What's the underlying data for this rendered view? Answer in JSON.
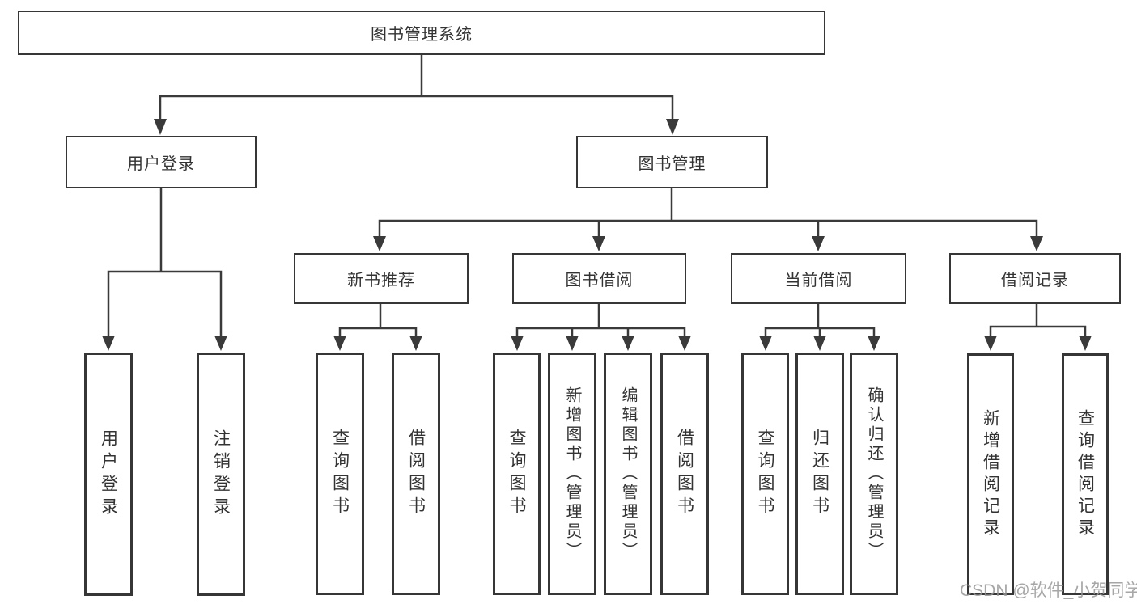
{
  "tree": {
    "label": "图书管理系统",
    "children": [
      {
        "label": "用户登录",
        "children": [
          {
            "label": "用户登录"
          },
          {
            "label": "注销登录"
          }
        ]
      },
      {
        "label": "图书管理",
        "children": [
          {
            "label": "新书推荐",
            "children": [
              {
                "label": "查询图书"
              },
              {
                "label": "借阅图书"
              }
            ]
          },
          {
            "label": "图书借阅",
            "children": [
              {
                "label": "查询图书"
              },
              {
                "label": "新增图书（管理员）"
              },
              {
                "label": "编辑图书（管理员）"
              },
              {
                "label": "借阅图书"
              }
            ]
          },
          {
            "label": "当前借阅",
            "children": [
              {
                "label": "查询图书"
              },
              {
                "label": "归还图书"
              },
              {
                "label": "确认归还（管理员）"
              }
            ]
          },
          {
            "label": "借阅记录",
            "children": [
              {
                "label": "新增借阅记录"
              },
              {
                "label": "查询借阅记录"
              }
            ]
          }
        ]
      }
    ]
  },
  "watermark": {
    "text": "CSDN @软件_小贺同学"
  },
  "colors": {
    "line": "#3a3a3a",
    "box_border": "#363636",
    "text": "#333333",
    "background": "#ffffff",
    "watermark": "#969696"
  }
}
